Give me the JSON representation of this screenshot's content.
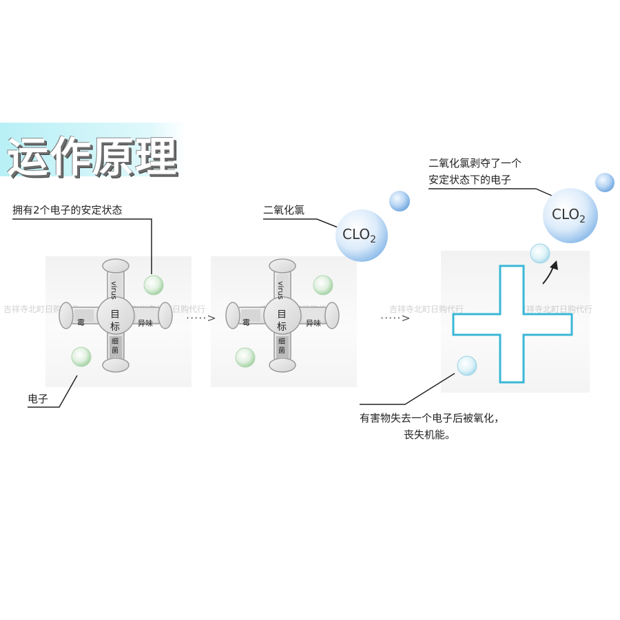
{
  "title": "运作原理",
  "labels": {
    "stable_state": "拥有2个电子的安定状态",
    "electron": "电子",
    "chlorine_dioxide": "二氧化氯",
    "steal_line1": "二氧化氯剥夺了一个",
    "steal_line2": "安定状态下的电子",
    "result_line1": "有害物失去一个电子后被氧化，",
    "result_line2": "丧失机能。"
  },
  "molecule": {
    "co": "CLO",
    "sub": "2"
  },
  "target": {
    "center_top": "目",
    "center_bottom": "标",
    "arm_top": "virus",
    "arm_left": "霉",
    "arm_right": "异味",
    "arm_bottom": "细菌"
  },
  "flow_arrow": "·····>",
  "watermark": "吉祥寺北町日购代行",
  "colors": {
    "electron_green": "#b8dcb8",
    "bubble_blue": "#a8ccef",
    "cross_outline": "#39b7d6"
  }
}
